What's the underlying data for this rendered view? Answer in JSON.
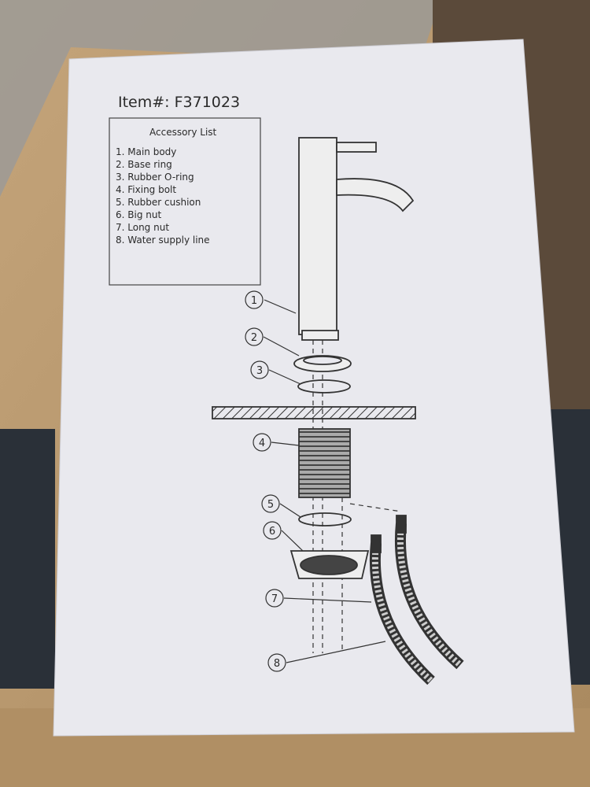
{
  "document": {
    "item_number": "Item#: F371023",
    "accessory_list": {
      "title": "Accessory List",
      "items": [
        "1. Main body",
        "2. Base ring",
        "3. Rubber O-ring",
        "4. Fixing bolt",
        "5. Rubber cushion",
        "6. Big nut",
        "7. Long nut",
        "8. Water supply line"
      ]
    },
    "callouts": [
      "1",
      "2",
      "3",
      "4",
      "5",
      "6",
      "7",
      "8"
    ]
  },
  "colors": {
    "paper": "#e9e9ee",
    "ink": "#2a2a2a",
    "table": "#b89a72",
    "panel": "#2a3038"
  }
}
